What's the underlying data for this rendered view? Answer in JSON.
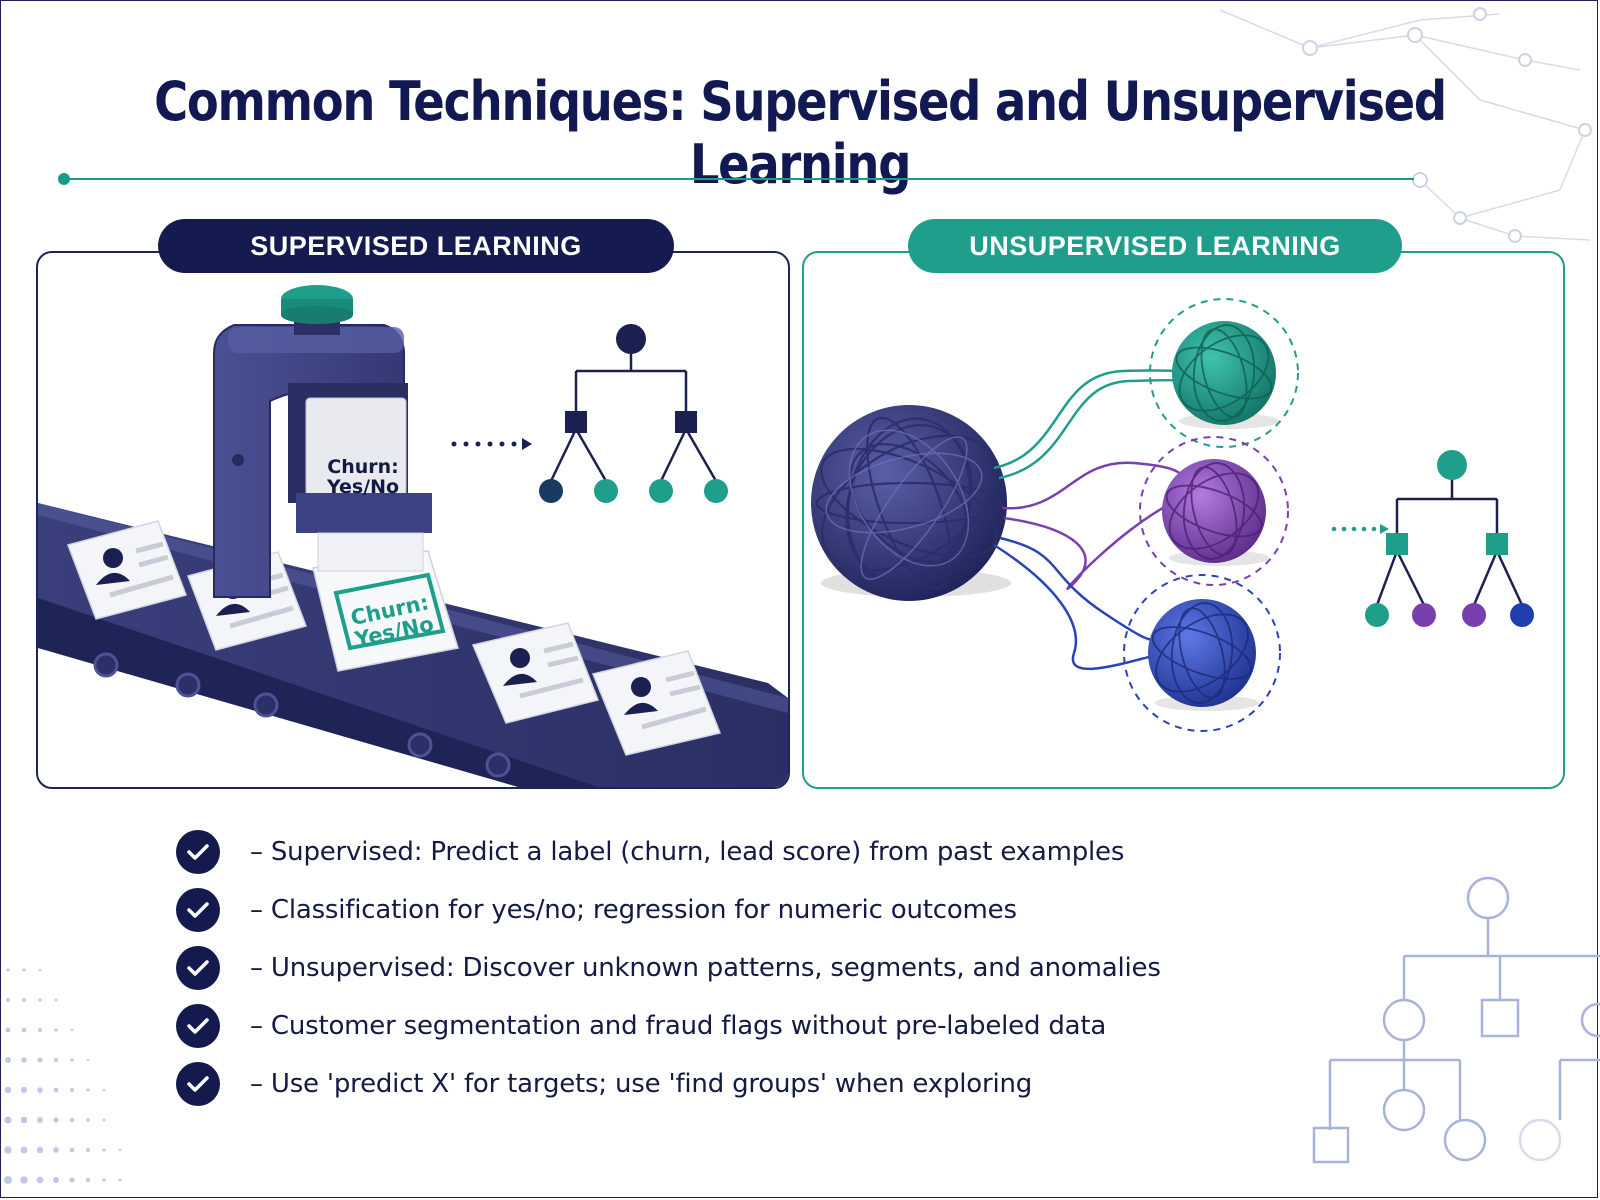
{
  "title": "Common Techniques: Supervised and Unsupervised Learning",
  "panels": {
    "supervised": {
      "heading": "SUPERVISED LEARNING",
      "machine_label_line1": "Churn:",
      "machine_label_line2": "Yes/No",
      "stamped_label_line1": "Churn:",
      "stamped_label_line2": "Yes/No"
    },
    "unsupervised": {
      "heading": "UNSUPERVISED LEARNING"
    }
  },
  "bullets": [
    "– Supervised: Predict a label (churn, lead score) from past  examples",
    "– Classification for yes/no; regression for numeric outcomes",
    "– Unsupervised: Discover unknown patterns, segments, and anomalies",
    "– Customer segmentation and fraud flags without pre-labeled data",
    "– Use 'predict X' for targets; use 'find groups' when exploring"
  ],
  "colors": {
    "navy": "#151b4e",
    "teal": "#1f9e8c",
    "purple": "#7a3fae",
    "blue": "#2b43b8"
  },
  "icons": {
    "check": "check-icon",
    "tree": "decision-tree-icon",
    "person": "person-icon",
    "yarn": "yarn-ball-icon"
  }
}
